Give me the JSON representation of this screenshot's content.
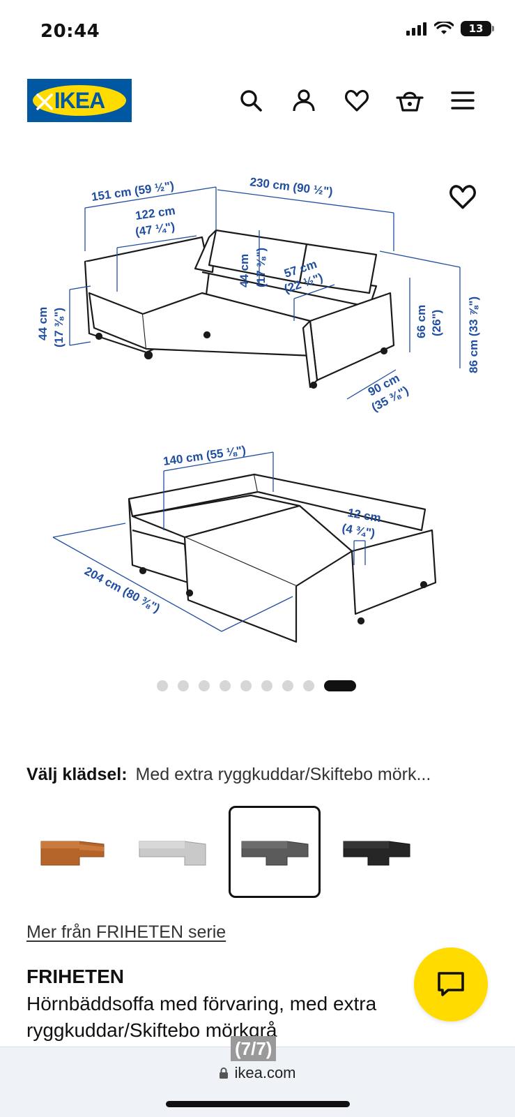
{
  "status_bar": {
    "time": "20:44",
    "battery": "13"
  },
  "header": {
    "logo_text": "IKEA",
    "icons": [
      "close-icon",
      "search-icon",
      "profile-icon",
      "heart-icon",
      "basket-icon",
      "menu-icon"
    ]
  },
  "gallery": {
    "dims": {
      "d1": "151 cm (59 ½\")",
      "d2": "230 cm (90 ½\")",
      "d3": "122 cm",
      "d3b": "(47 ¼\")",
      "d4": "44 cm",
      "d4b": "(17 ⅜\")",
      "d5": "57 cm",
      "d5b": "(22 ½\")",
      "d6": "44 cm",
      "d6b": "(17 ⅜\")",
      "d7": "66 cm",
      "d7b": "(26\")",
      "d8": "86 cm (33 ⅞\")",
      "d9": "90 cm",
      "d9b": "(35 ⅜\")",
      "d10": "140 cm (55 ⅛\")",
      "d11": "12 cm",
      "d11b": "(4 ¾\")",
      "d12": "204 cm (80 ⅜\")"
    },
    "dot_count": 9,
    "active_dot": 8
  },
  "upholstery": {
    "label": "Välj klädsel:",
    "value": "Med extra ryggkuddar/Skiftebo mörk..."
  },
  "swatches": [
    {
      "name": "Orange/brown",
      "color": "#b5652a"
    },
    {
      "name": "Light grey",
      "color": "#c9c9c9"
    },
    {
      "name": "Dark grey",
      "color": "#5b5b5b",
      "selected": true
    },
    {
      "name": "Black",
      "color": "#262626"
    }
  ],
  "series_link": "Mer från FRIHETEN serie",
  "product": {
    "name": "FRIHETEN",
    "description": "Hörnbäddsoffa med förvaring, med extra ryggkuddar/Skiftebo mörkgrå"
  },
  "browser": {
    "image_counter": "(7/7)",
    "url": "ikea.com"
  },
  "colors": {
    "ikea_blue": "#0058a3",
    "ikea_yellow": "#ffdb00",
    "dim_blue": "#1f4ea0"
  }
}
